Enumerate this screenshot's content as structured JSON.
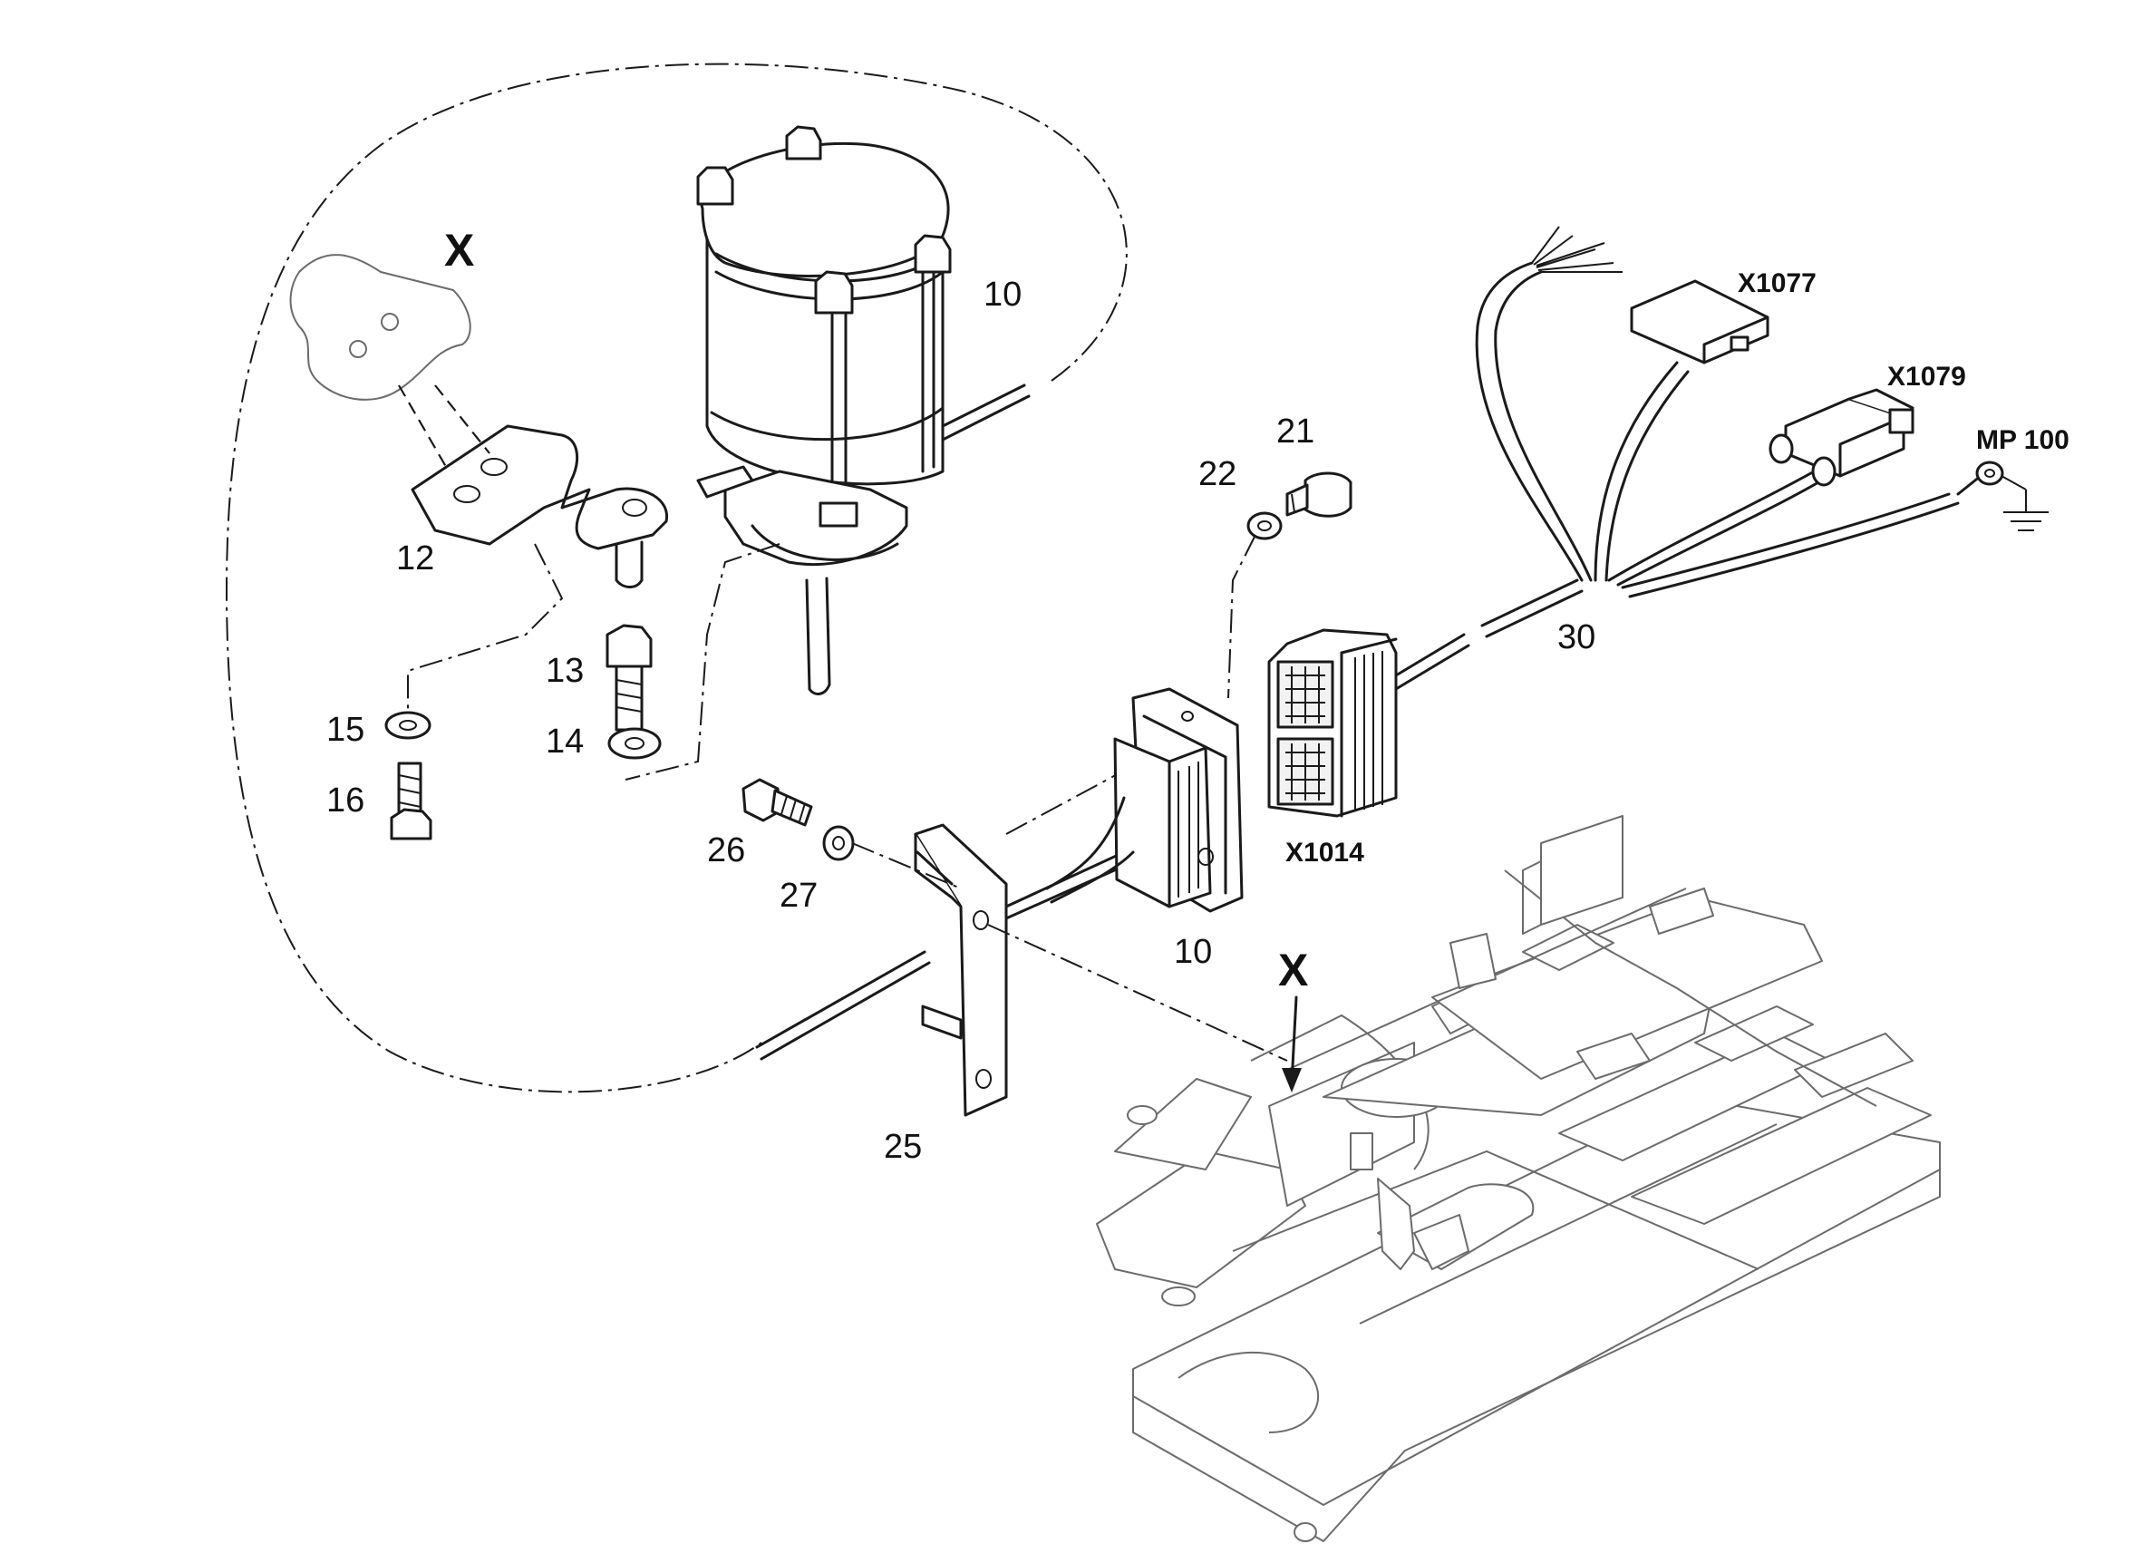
{
  "view_marker": {
    "detail_label": "X",
    "frame_label": "X"
  },
  "callouts": {
    "motor": "10",
    "connector_housing": "10",
    "bracket": "12",
    "bolt_13": "13",
    "washer_14": "14",
    "washer_15": "15",
    "bolt_16": "16",
    "screw_21": "21",
    "washer_22": "22",
    "mounting_plate": "25",
    "bolt_26": "26",
    "washer_27": "27",
    "harness": "30"
  },
  "connectors": {
    "x1077": "X1077",
    "x1079": "X1079",
    "mp100": "MP 100",
    "x1014": "X1014"
  }
}
